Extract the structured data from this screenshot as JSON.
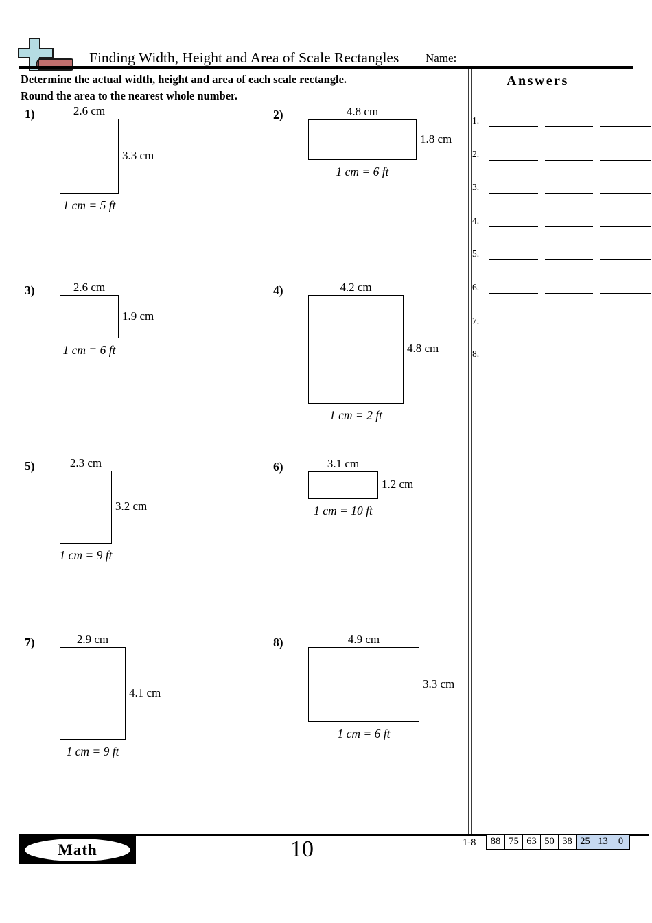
{
  "header": {
    "title": "Finding Width, Height and Area of Scale Rectangles",
    "name_label": "Name:"
  },
  "logo": {
    "cross_color": "#b5dce3",
    "brick_color": "#c06f6e",
    "brick_cap_color": "#b36263",
    "outline_color": "#1a1a1a"
  },
  "instructions": {
    "line1": "Determine the actual width, height and area of each scale rectangle.",
    "line2": "Round the area to the nearest whole number."
  },
  "problems": [
    {
      "number": "1)",
      "width_label": "2.6 cm",
      "height_label": "3.3 cm",
      "scale": "1 cm = 5 ft",
      "width_cm": 2.6,
      "height_cm": 3.3
    },
    {
      "number": "2)",
      "width_label": "4.8 cm",
      "height_label": "1.8 cm",
      "scale": "1 cm = 6 ft",
      "width_cm": 4.8,
      "height_cm": 1.8
    },
    {
      "number": "3)",
      "width_label": "2.6 cm",
      "height_label": "1.9 cm",
      "scale": "1 cm = 6 ft",
      "width_cm": 2.6,
      "height_cm": 1.9
    },
    {
      "number": "4)",
      "width_label": "4.2 cm",
      "height_label": "4.8 cm",
      "scale": "1 cm = 2 ft",
      "width_cm": 4.2,
      "height_cm": 4.8
    },
    {
      "number": "5)",
      "width_label": "2.3 cm",
      "height_label": "3.2 cm",
      "scale": "1 cm = 9 ft",
      "width_cm": 2.3,
      "height_cm": 3.2
    },
    {
      "number": "6)",
      "width_label": "3.1 cm",
      "height_label": "1.2 cm",
      "scale": "1 cm = 10 ft",
      "width_cm": 3.1,
      "height_cm": 1.2
    },
    {
      "number": "7)",
      "width_label": "2.9 cm",
      "height_label": "4.1 cm",
      "scale": "1 cm = 9 ft",
      "width_cm": 2.9,
      "height_cm": 4.1
    },
    {
      "number": "8)",
      "width_label": "4.9 cm",
      "height_label": "3.3 cm",
      "scale": "1 cm = 6 ft",
      "width_cm": 4.9,
      "height_cm": 3.3
    }
  ],
  "answers": {
    "title": "Answers",
    "items": [
      "1.",
      "2.",
      "3.",
      "4.",
      "5.",
      "6.",
      "7.",
      "8."
    ],
    "blanks_per_item": 3
  },
  "footer": {
    "brand": "Math",
    "page_number": "10",
    "score_label": "1-8",
    "score_values": [
      "88",
      "75",
      "63",
      "50",
      "38",
      "25",
      "13",
      "0"
    ],
    "highlighted_scores": [
      "25",
      "13",
      "0"
    ],
    "highlight_color": "#c6d9f1"
  }
}
